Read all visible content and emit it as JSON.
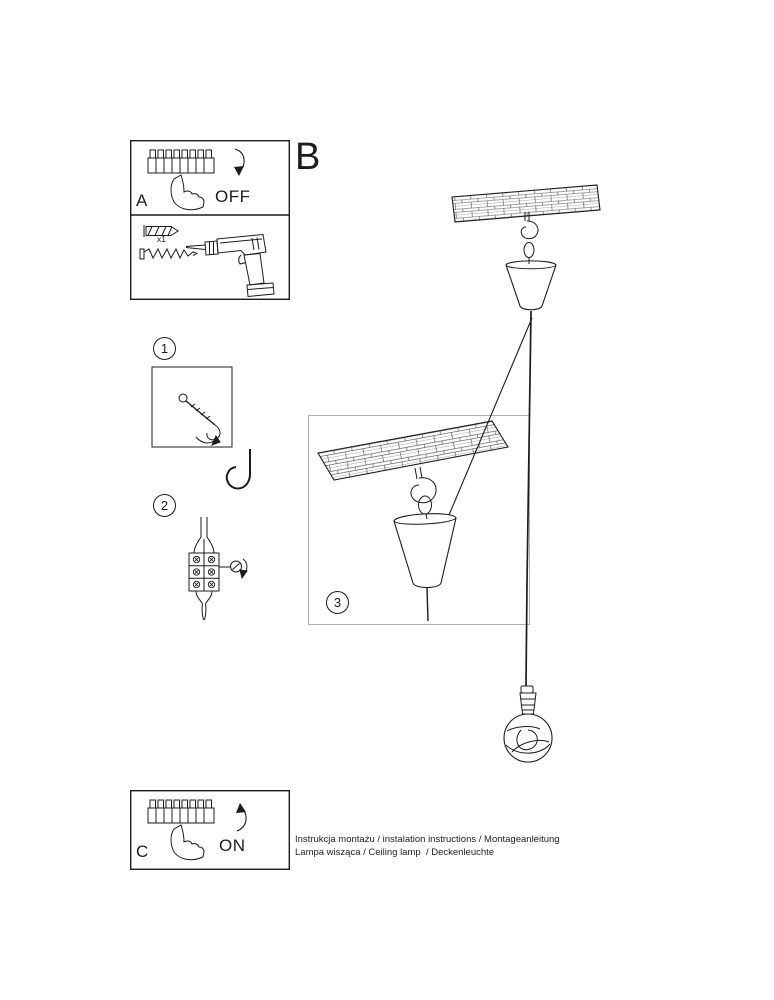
{
  "section_label": "B",
  "panel_a": {
    "label": "A",
    "state": "OFF"
  },
  "panel_c": {
    "label": "C",
    "state": "ON"
  },
  "hardware": {
    "anchor_qty": "x1"
  },
  "steps": {
    "one": "1",
    "two": "2",
    "three": "3"
  },
  "footer": {
    "line1": "Instrukcja montażu / instalation instructions / Montageanleitung",
    "line2": "Lampa wisząca / Ceiling lamp  / Deckenleuchte"
  },
  "colors": {
    "line": "#1c1c1c",
    "inset_border": "#b0b0b0"
  }
}
